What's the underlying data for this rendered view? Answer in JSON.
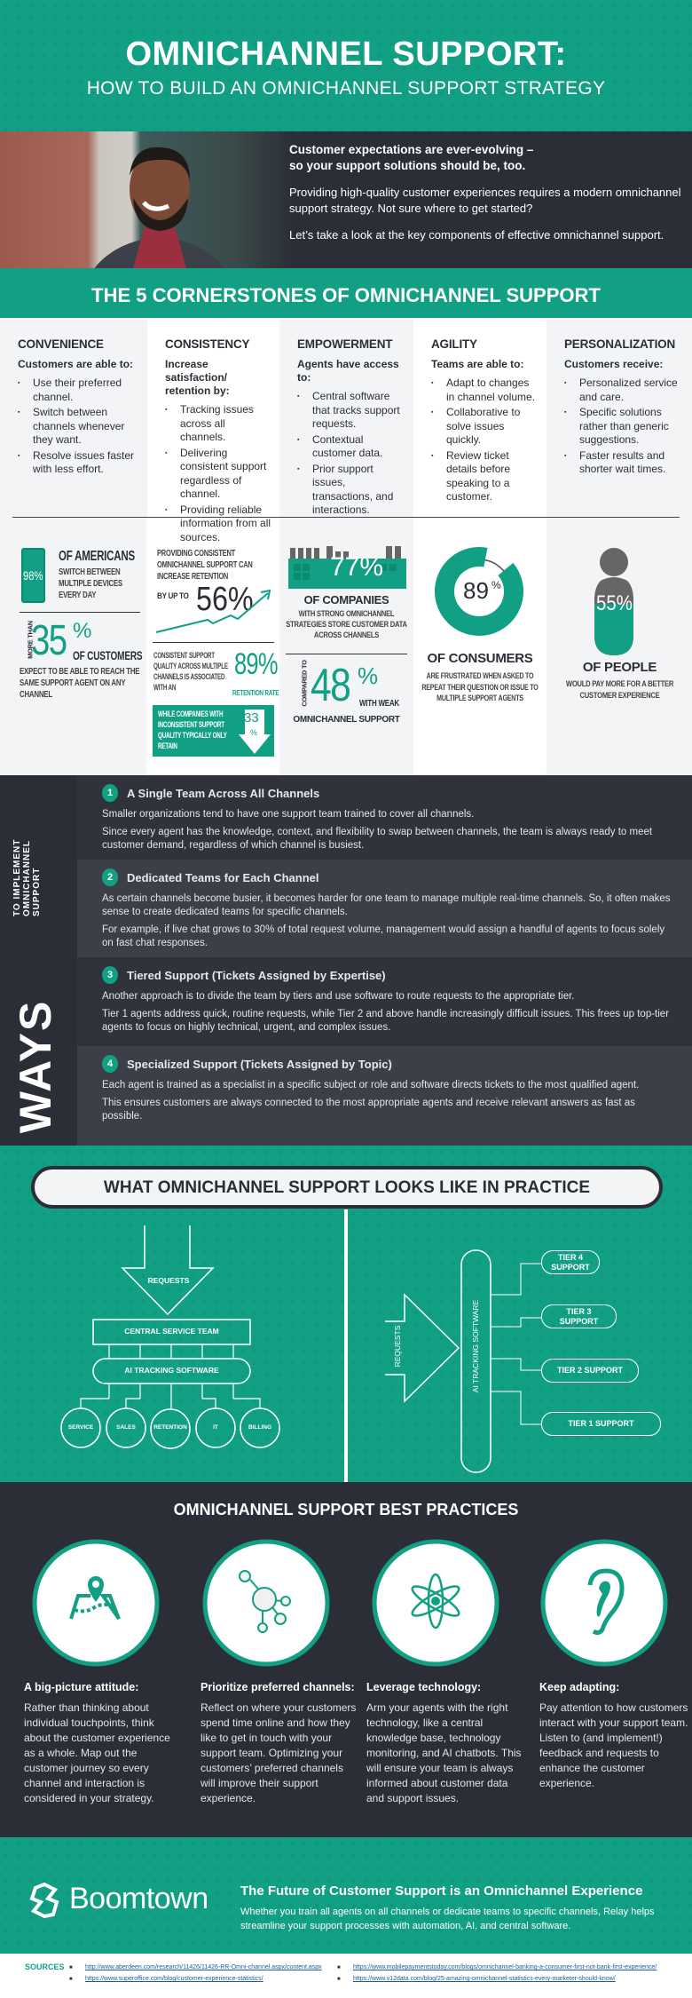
{
  "header": {
    "title": "OMNICHANNEL SUPPORT:",
    "subtitle": "HOW TO BUILD AN OMNICHANNEL SUPPORT STRATEGY"
  },
  "hero": {
    "lead": "Customer expectations are ever-evolving –\nso your support solutions should be, too.",
    "p1": "Providing high-quality customer experiences requires a modern omnichannel support strategy. Not sure where to get started?",
    "p2": "Let’s take a look at the key components of effective omnichannel support."
  },
  "cornerstones": {
    "title": "THE 5 CORNERSTONES OF OMNICHANNEL SUPPORT",
    "columns": [
      {
        "title": "CONVENIENCE",
        "sub": "Customers are able to:",
        "items": [
          "Use their preferred channel.",
          "Switch between channels whenever they want.",
          "Resolve issues faster with less effort."
        ]
      },
      {
        "title": "CONSISTENCY",
        "sub": "Increase satisfaction/ retention by:",
        "items": [
          "Tracking issues across all channels.",
          "Delivering consistent support regardless of channel.",
          "Providing reliable information from all sources."
        ]
      },
      {
        "title": "EMPOWERMENT",
        "sub": "Agents have access to:",
        "items": [
          "Central software that tracks support requests.",
          "Contextual customer data.",
          "Prior support issues, transactions, and interactions."
        ]
      },
      {
        "title": "AGILITY",
        "sub": "Teams are able to:",
        "items": [
          "Adapt to changes in channel volume.",
          "Collaborative to solve issues quickly.",
          "Review ticket details before speaking to a customer."
        ]
      },
      {
        "title": "PERSONALIZATION",
        "sub": "Customers receive:",
        "items": [
          "Personalized service and care.",
          "Specific solutions rather than generic suggestions.",
          "Faster results and shorter wait times."
        ]
      }
    ]
  },
  "stats": {
    "americans": {
      "value": "98%",
      "title": "OF AMERICANS",
      "text": "SWITCH BETWEEN MULTIPLE DEVICES EVERY DAY"
    },
    "customers": {
      "prefix": "MORE THAN",
      "value": "35",
      "pct": "%",
      "title": "OF CUSTOMERS",
      "text": "EXPECT TO BE ABLE TO REACH THE SAME SUPPORT AGENT ON ANY CHANNEL"
    },
    "retention": {
      "text": "PROVIDING CONSISTENT OMNICHANNEL SUPPORT CAN INCREASE RETENTION",
      "by": "BY UP TO",
      "value": "56%"
    },
    "quality": {
      "text": "CONSISTENT SUPPORT QUALITY ACROSS MULTIPLE CHANNELS IS ASSOCIATED WITH AN",
      "value": "89%",
      "label": "RETENTION RATE"
    },
    "inconsistent": {
      "text": "WHILE COMPANIES WITH INCONSISTENT SUPPORT QUALITY TYPICALLY ONLY RETAIN",
      "value": "33",
      "pct": "%"
    },
    "companies": {
      "value": "77%",
      "title": "OF COMPANIES",
      "text": "WITH STRONG OMNICHANNEL STRATEGIES STORE CUSTOMER DATA ACROSS CHANNELS"
    },
    "weak": {
      "prefix": "COMPARED TO",
      "value": "48",
      "pct": "%",
      "text1": "WITH WEAK",
      "text2": "OMNICHANNEL SUPPORT"
    },
    "consumers": {
      "value": "89",
      "pct": "%",
      "fraction": 0.89,
      "title": "OF CONSUMERS",
      "text": "ARE FRUSTRATED WHEN ASKED TO REPEAT THEIR QUESTION OR ISSUE TO MULTIPLE SUPPORT AGENTS"
    },
    "people": {
      "value": "55%",
      "fraction": 0.55,
      "title": "OF PEOPLE",
      "text": "WOULD PAY MORE FOR A BETTER CUSTOMER EXPERIENCE"
    }
  },
  "ways": {
    "big": "4 WAYS",
    "small": "TO IMPLEMENT OMNICHANNEL SUPPORT",
    "items": [
      {
        "n": "1",
        "title": "A Single Team Across All Channels",
        "paras": [
          "Smaller organizations tend to have one support team trained to cover all channels.",
          "Since every agent has the knowledge, context, and flexibility to swap between channels, the team is always ready to meet customer demand, regardless of which channel is busiest."
        ]
      },
      {
        "n": "2",
        "title": "Dedicated Teams for Each Channel",
        "paras": [
          "As certain channels become busier, it becomes harder for one team to manage multiple real-time channels. So, it often makes sense to create dedicated teams for specific channels.",
          "For example, if live chat grows to 30% of total request volume, management would assign a handful of agents to focus solely on fast chat responses."
        ]
      },
      {
        "n": "3",
        "title": "Tiered Support (Tickets Assigned by Expertise)",
        "paras": [
          "Another approach is to divide the team by tiers and use software to route requests to the appropriate tier.",
          "Tier 1 agents address quick, routine requests, while Tier 2 and above handle increasingly difficult issues. This frees up top-tier agents to focus on highly technical, urgent, and complex issues."
        ]
      },
      {
        "n": "4",
        "title": "Specialized Support (Tickets Assigned by Topic)",
        "paras": [
          "Each agent is trained as a specialist in a specific subject or role and software directs tickets to the most qualified agent.",
          "This ensures customers are always connected to the most appropriate agents and receive relevant answers as fast as possible."
        ]
      }
    ]
  },
  "practice": {
    "title": "WHAT OMNICHANNEL SUPPORT LOOKS LIKE IN PRACTICE",
    "requests": "REQUESTS",
    "central": "CENTRAL SERVICE TEAM",
    "ai": "AI TRACKING SOFTWARE",
    "teams": [
      "SERVICE",
      "SALES",
      "RETENTION",
      "IT",
      "BILLING"
    ],
    "tiers": [
      "TIER 4 SUPPORT",
      "TIER 3 SUPPORT",
      "TIER 2 SUPPORT",
      "TIER 1 SUPPORT"
    ]
  },
  "best": {
    "title": "OMNICHANNEL SUPPORT BEST PRACTICES",
    "items": [
      {
        "icon": "map-pin-icon",
        "title": "A big-picture attitude:",
        "text": "Rather than thinking about individual touchpoints, think about the customer experience as a whole. Map out the customer journey so every channel and interaction is considered in your strategy."
      },
      {
        "icon": "network-icon",
        "title": "Prioritize preferred channels:",
        "text": "Reflect on where your customers spend time online and how they like to get in touch with your support team. Optimizing your customers’ preferred channels will improve their support experience."
      },
      {
        "icon": "atom-icon",
        "title": "Leverage technology:",
        "text": "Arm your agents with the right technology, like a central knowledge base, technology monitoring, and AI chatbots. This will ensure your team is always informed about customer data and support issues."
      },
      {
        "icon": "ear-icon",
        "title": "Keep adapting:",
        "text": "Pay attention to how customers interact with your support team. Listen to (and implement!) feedback and requests to enhance the customer experience."
      }
    ]
  },
  "footer": {
    "logo": "Boomtown",
    "title": "The Future of Customer Support is an Omnichannel Experience",
    "text": "Whether you train all agents on all channels or dedicate teams to specific channels, Relay helps streamline your support processes with automation, AI, and central software."
  },
  "sources": {
    "label": "SOURCES",
    "links": [
      "http://www.aberdeen.com/research/11426/11426-RR-Omni-channel.aspx/content.aspx",
      "https://www.superoffice.com/blog/customer-experience-statistics/",
      "https://www.mobilepaymentstoday.com/blogs/omnichannel-banking-a-consumer-first-not-bank-first-experience/",
      "https://www.v12data.com/blog/25-amazing-omnichannel-statistics-every-marketer-should-know/"
    ]
  },
  "colors": {
    "teal": "#12a084",
    "dark": "#2b2e36",
    "light": "#f3f4f5"
  }
}
